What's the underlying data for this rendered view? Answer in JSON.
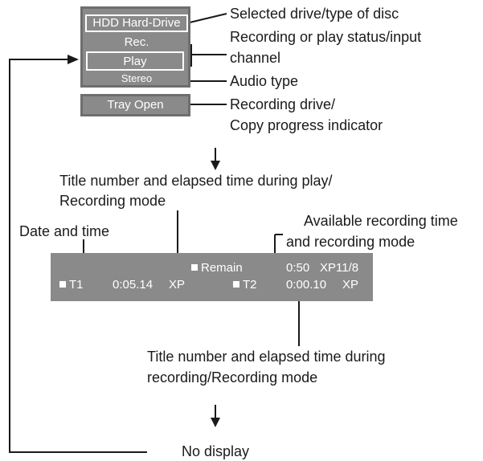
{
  "panel1": {
    "drive": "HDD Hard-Drive",
    "status_rec": "Rec.",
    "status_play": "Play",
    "audio": "Stereo",
    "tray": "Tray Open"
  },
  "callouts1": {
    "drive_type": "Selected drive/type of disc",
    "status_line1": "Recording or play status/input",
    "status_line2": "channel",
    "audio_type": "Audio type",
    "rec_drive_line1": "Recording drive/",
    "rec_drive_line2": "Copy progress indicator"
  },
  "callouts2": {
    "title_play_line1": "Title number and elapsed time during play/",
    "title_play_line2": "Recording mode",
    "date_time": "Date and time",
    "available_line1": "Available recording time",
    "available_line2": "and recording mode",
    "title_rec_line1": "Title number and elapsed time during",
    "title_rec_line2": "recording/Recording mode"
  },
  "panel2": {
    "remain": "Remain",
    "remain_time": "0:50",
    "remain_mode": "XP11/8",
    "t1": "T1",
    "t1_time": "0:05.14",
    "t1_mode": "XP",
    "t2": "T2",
    "t2_time": "0:00.10",
    "t2_mode": "XP"
  },
  "final": {
    "no_display": "No display"
  },
  "colors": {
    "panel_gray": "#8a8a8a",
    "panel_border": "#6e6e6e",
    "line": "#1a1a1a"
  }
}
